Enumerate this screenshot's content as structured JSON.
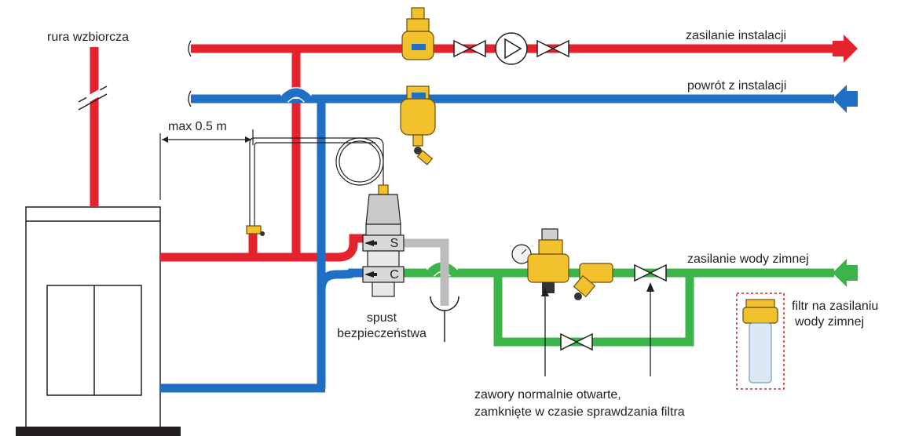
{
  "labels": {
    "overflow_pipe": "rura wzbiorcza",
    "max_distance": "max 0.5 m",
    "supply_installation": "zasilanie instalacji",
    "return_installation": "powrót z instalacji",
    "cold_water_supply": "zasilanie wody zimnej",
    "safety_drain_line1": "spust",
    "safety_drain_line2": "bezpieczeństwa",
    "filter_line1": "filtr na zasilaniu",
    "filter_line2": "wody zimnej",
    "valves_line1": "zawory normalnie otwarte,",
    "valves_line2": "zamknięte w czasie sprawdzania filtra",
    "port_s": "S",
    "port_c": "C"
  },
  "colors": {
    "supply_pipe": "#e5232e",
    "return_pipe": "#1f6fc4",
    "cold_water_pipe": "#3bb44a",
    "brass": "#f2c12e",
    "filter_frame": "#c0272d"
  }
}
